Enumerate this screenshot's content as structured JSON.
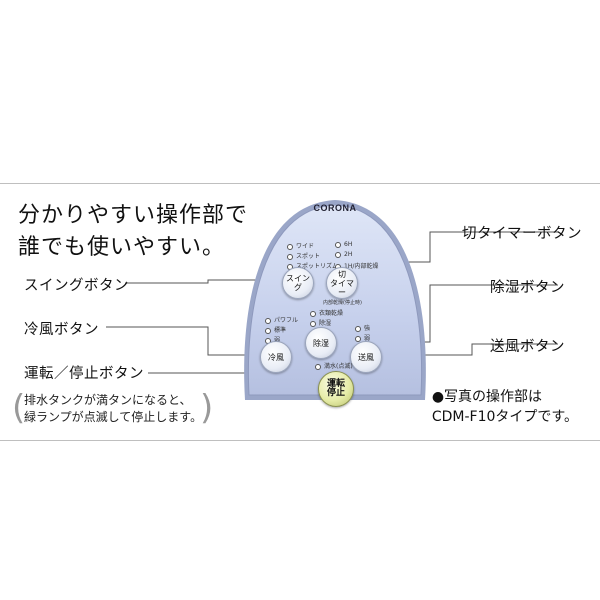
{
  "headline": [
    "分かりやすい操作部で",
    "誰でも使いやすい。"
  ],
  "labels": {
    "swing": "スイングボタン",
    "cool": "冷風ボタン",
    "run_stop": "運転／停止ボタン",
    "timer": "切タイマーボタン",
    "dehumid": "除湿ボタン",
    "fan": "送風ボタン"
  },
  "note": [
    "排水タンクが満タンになると、",
    "緑ランプが点滅して停止します。"
  ],
  "caption": [
    "●写真の操作部は",
    "CDM-F10タイプです。"
  ],
  "panel": {
    "brand": "CORONA",
    "swing_indicators": [
      "ワイド",
      "スポット",
      "スポットリズム"
    ],
    "timer_indicators": [
      "6H",
      "2H",
      "1H/内部乾燥"
    ],
    "internal_dry": "内部乾燥(停止時)",
    "dehumid_indicators": [
      "衣類乾燥",
      "除湿"
    ],
    "cool_indicators": [
      "パワフル",
      "標準",
      "弱"
    ],
    "fan_indicators": [
      "強",
      "弱"
    ],
    "drain_label": "満水(点滅)",
    "buttons": {
      "swing": "スイング",
      "timer": [
        "切",
        "タイマー"
      ],
      "dehumid": "除湿",
      "cool": "冷風",
      "fan": "送風",
      "run": [
        "運転",
        "停止"
      ]
    }
  }
}
